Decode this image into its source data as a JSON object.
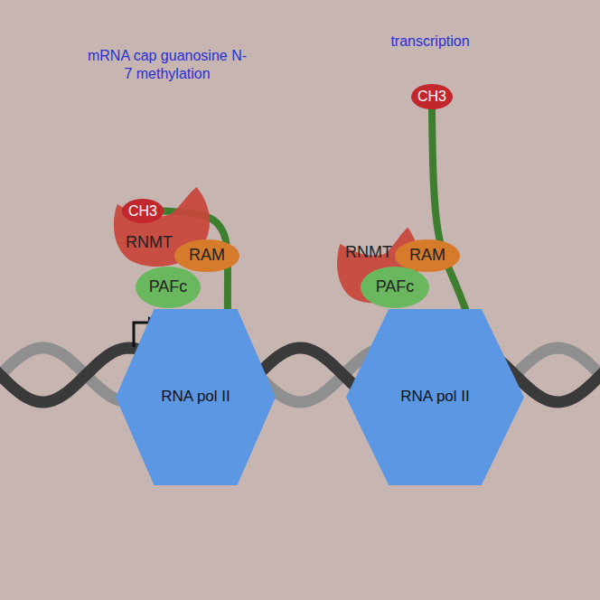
{
  "diagram": {
    "nodes": [
      {
        "text": [
          "CH3"
        ]
      },
      {
        "text": [
          "RNMT"
        ]
      },
      {
        "text": [
          "RAM"
        ]
      },
      {
        "text": [
          "PAFc"
        ]
      },
      {
        "text": [
          "RNA pol II"
        ]
      },
      {
        "text": [
          "CH3"
        ]
      },
      {
        "text": [
          "RNMT"
        ]
      },
      {
        "text": [
          "RAM"
        ]
      },
      {
        "text": [
          "PAFc"
        ]
      },
      {
        "text": [
          "RNA pol II"
        ]
      }
    ],
    "edges": [
      {
        "from": 0,
        "to": 4,
        "arrow": "none"
      },
      {
        "from": 5,
        "to": 9,
        "arrow": "none"
      }
    ],
    "labels": [
      "mRNA cap guanosine N-7 methylation",
      "transcription"
    ]
  }
}
